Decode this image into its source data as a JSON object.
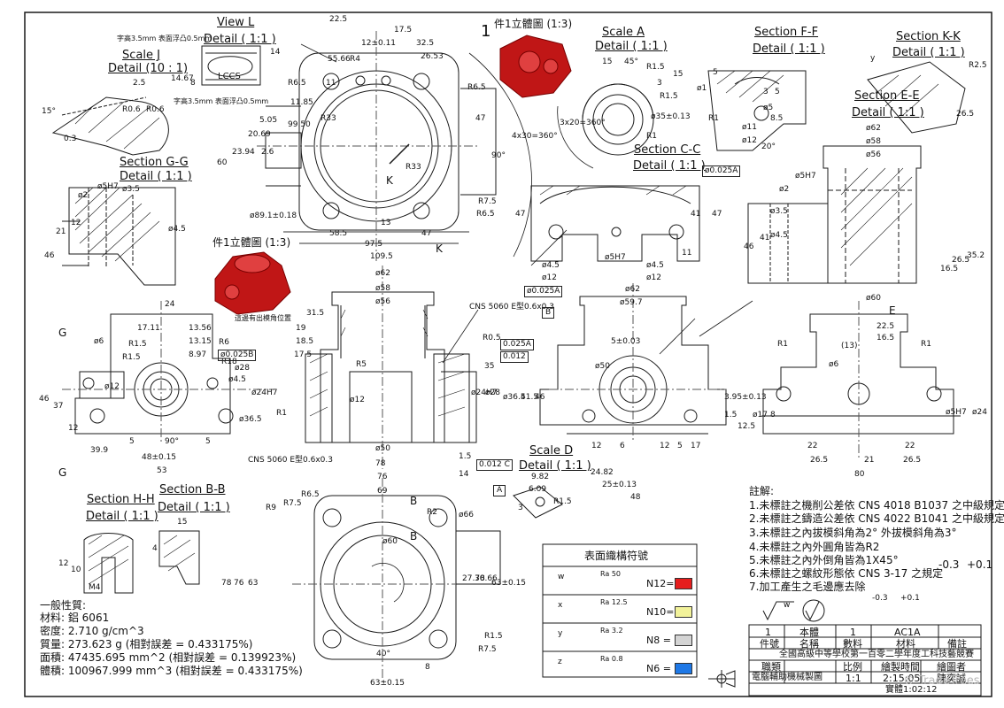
{
  "views": {
    "view_l": {
      "title": "View L",
      "subtitle": "Detail ( 1:1 )",
      "note_top": "字高3.5mm 表面浮凸0.5mm",
      "note_bottom": "字高3.5mm 表面浮凸0.5mm",
      "engraving": "LCCS",
      "dim": "14"
    },
    "scale_j": {
      "title": "Scale J",
      "subtitle": "Detail (10 : 1)",
      "dims": [
        "2.5",
        "R0.6",
        "R0.6",
        "15°",
        "0.3"
      ]
    },
    "section_gg": {
      "title": "Section G-G",
      "subtitle": "Detail ( 1:1 )",
      "dims": [
        "ø5H7",
        "ø2",
        "ø3.5",
        "21",
        "12",
        "ø4.5",
        "46"
      ]
    },
    "main_top": {
      "dims": [
        "22.5",
        "17.5",
        "12±0.11",
        "32.5",
        "55.66",
        "26.53",
        "R6.5",
        "11",
        "R4",
        "11.85",
        "R33",
        "99.50",
        "R6.5",
        "47",
        "20.69",
        "5.05",
        "23.94",
        "2.6",
        "60",
        "R33",
        "ø89.1±0.18",
        "R7.5",
        "R6.5",
        "58.5",
        "13",
        "47",
        "97.5",
        "109.5",
        "14.67",
        "8",
        "90°",
        "4x30=360°",
        "K",
        "K"
      ]
    },
    "iso_top": {
      "number": "1",
      "label": "件1立體圖 (1:3)"
    },
    "iso_mid": {
      "label": "件1立體圖 (1:3)"
    },
    "scale_a": {
      "title": "Scale A",
      "subtitle": "Detail ( 1:1 )",
      "dims": [
        "15",
        "45°",
        "R1.5",
        "3",
        "15",
        "ø35±0.13",
        "3x20=360°",
        "R1.5",
        "R1"
      ]
    },
    "section_cc": {
      "title": "Section C-C",
      "subtitle": "Detail ( 1:1 )",
      "gtol": "ø0.025A",
      "dims": [
        "47",
        "47",
        "41",
        "ø4.5",
        "ø12",
        "ø5H7",
        "ø4.5",
        "ø12",
        "11"
      ]
    },
    "section_ff": {
      "title": "Section F-F",
      "subtitle": "Detail ( 1:1 )",
      "dims": [
        "ø1",
        "5",
        "3",
        "5",
        "ø5",
        "R1",
        "ø11",
        "ø12",
        "8.5",
        "20°"
      ]
    },
    "section_kk": {
      "title": "Section K-K",
      "subtitle": "Detail ( 1:1 )",
      "dims": [
        "R2.5",
        "26.5",
        "y"
      ]
    },
    "section_ee": {
      "title": "Section E-E",
      "subtitle": "Detail ( 1:1 )",
      "dims": [
        "ø62",
        "ø58",
        "ø56",
        "ø5H7",
        "ø2",
        "ø3.5",
        "ø4.5",
        "41",
        "46",
        "16.5",
        "26.5",
        "35.2",
        "ø60",
        "E"
      ]
    },
    "front_mid": {
      "dims": [
        "ø62",
        "ø58",
        "ø56",
        "31.5",
        "19",
        "18.5",
        "17.5",
        "R5",
        "ø12",
        "ø24H7",
        "ø28",
        "ø36.5",
        "41.5",
        "46",
        "35",
        "R0.5",
        "ø50",
        "78",
        "14",
        "1.5",
        "R1"
      ],
      "note_cns": "CNS 5060 E型0.6x0.3",
      "note_cns2": "CNS 5060 E型0.6x0.3",
      "gtol1": "ø0.025A",
      "gtol2": "0.025A",
      "gtol3": "0.012",
      "datum": "B"
    },
    "left_mid": {
      "dims": [
        "24",
        "17.11",
        "13.56",
        "13.15",
        "8.97",
        "ø6",
        "R1.5",
        "R1.5",
        "R18",
        "ø28",
        "ø4.5",
        "ø24H7",
        "ø36.5",
        "ø12",
        "37",
        "46",
        "12",
        "39.9",
        "5",
        "5",
        "90°",
        "48±0.15",
        "53",
        "R6"
      ],
      "gtol": "ø0.025B",
      "note": "這邊有出模角位置",
      "label_g": "G"
    },
    "right_front": {
      "dims": [
        "ø62",
        "ø59.7",
        "5±0.03",
        "ø50",
        "12",
        "6",
        "12",
        "5",
        "17",
        "24.82",
        "25±0.13",
        "48",
        "3.95±0.13",
        "12.5",
        "1.5"
      ]
    },
    "right_side": {
      "dims": [
        "22.5",
        "16.5",
        "(13)",
        "ø6",
        "R1",
        "R1",
        "ø17",
        "ø24",
        "ø5H7",
        "22",
        "26.5",
        "21",
        "26.5",
        "22",
        "80",
        "8"
      ]
    },
    "bottom_view": {
      "dims": [
        "76",
        "69",
        "R6.5",
        "R7.5",
        "R9",
        "78",
        "63",
        "76",
        "ø66",
        "27.78",
        "30.66",
        "63±0.15",
        "R1.5",
        "R7.5",
        "ø60",
        "40°",
        "8",
        "63±0.15",
        "R2"
      ],
      "label_b": "B"
    },
    "scale_d": {
      "title": "Scale D",
      "subtitle": "Detail ( 1:1 )",
      "dims": [
        "9.82",
        "6.09",
        "3",
        "R1.5"
      ],
      "gtol": "0.012 C",
      "datum": "A"
    },
    "section_hh": {
      "title": "Section H-H",
      "subtitle": "Detail ( 1:1 )",
      "dims": [
        "12",
        "10",
        "M4"
      ]
    },
    "section_bb": {
      "title": "Section B-B",
      "subtitle": "Detail ( 1:1 )",
      "dims": [
        "15",
        "4"
      ]
    }
  },
  "properties": {
    "heading": "一般性質:",
    "material": "材料: 鋁 6061",
    "density": "密度: 2.710 g/cm^3",
    "mass": "質量: 273.623 g (相對誤差 = 0.433175%)",
    "area": "面積: 47435.695 mm^2 (相對誤差 = 0.139923%)",
    "volume": "體積: 100967.999 mm^3 (相對誤差 = 0.433175%)"
  },
  "notes": {
    "heading": "註解:",
    "lines": [
      "1.未標註之機削公差依 CNS 4018 B1037 之中級規定",
      "2.未標註之鑄造公差依 CNS 4022 B1041 之中級規定",
      "3.未標註之內拔模斜角為2° 外拔模斜角為3°",
      "4.未標註之內外圓角皆為R2",
      "5.未標註之內外倒角皆為1X45°",
      "6.未標註之螺紋形態依 CNS 3-17 之規定",
      "7.加工產生之毛邊應去除"
    ],
    "tol_left": "-0.3",
    "tol_right": "+0.1"
  },
  "surface_table": {
    "title": "表面織構符號",
    "rows": [
      {
        "sym": "w",
        "ra": "Ra 50",
        "grade": "N12=",
        "color": "#e61e1e"
      },
      {
        "sym": "x",
        "ra": "Ra 12.5",
        "grade": "N10=",
        "color": "#f2f29a"
      },
      {
        "sym": "y",
        "ra": "Ra 3.2",
        "grade": "N8 =",
        "color": "#d4d4d4"
      },
      {
        "sym": "z",
        "ra": "Ra 0.8",
        "grade": "N6 =",
        "color": "#1e78e6"
      }
    ]
  },
  "title_block": {
    "general_sym": "w",
    "tol_left": "-0.3",
    "tol_right": "+0.1",
    "part_row": [
      "1",
      "本體",
      "1",
      "AC1A",
      ""
    ],
    "header_row": [
      "件號",
      "名稱",
      "數料",
      "材料",
      "備註"
    ],
    "school": "全國高級中等學校第一百零二學年度工科技藝競賽",
    "labels_row": [
      "職類",
      "比例",
      "繪製時間",
      "繪圖者"
    ],
    "values_row": [
      "電腦輔助機械製圖",
      "1:1",
      "2:15:05",
      "陳奕誠"
    ],
    "actual_time": "實體1:02:12"
  },
  "watermark": "© TradeTrees"
}
